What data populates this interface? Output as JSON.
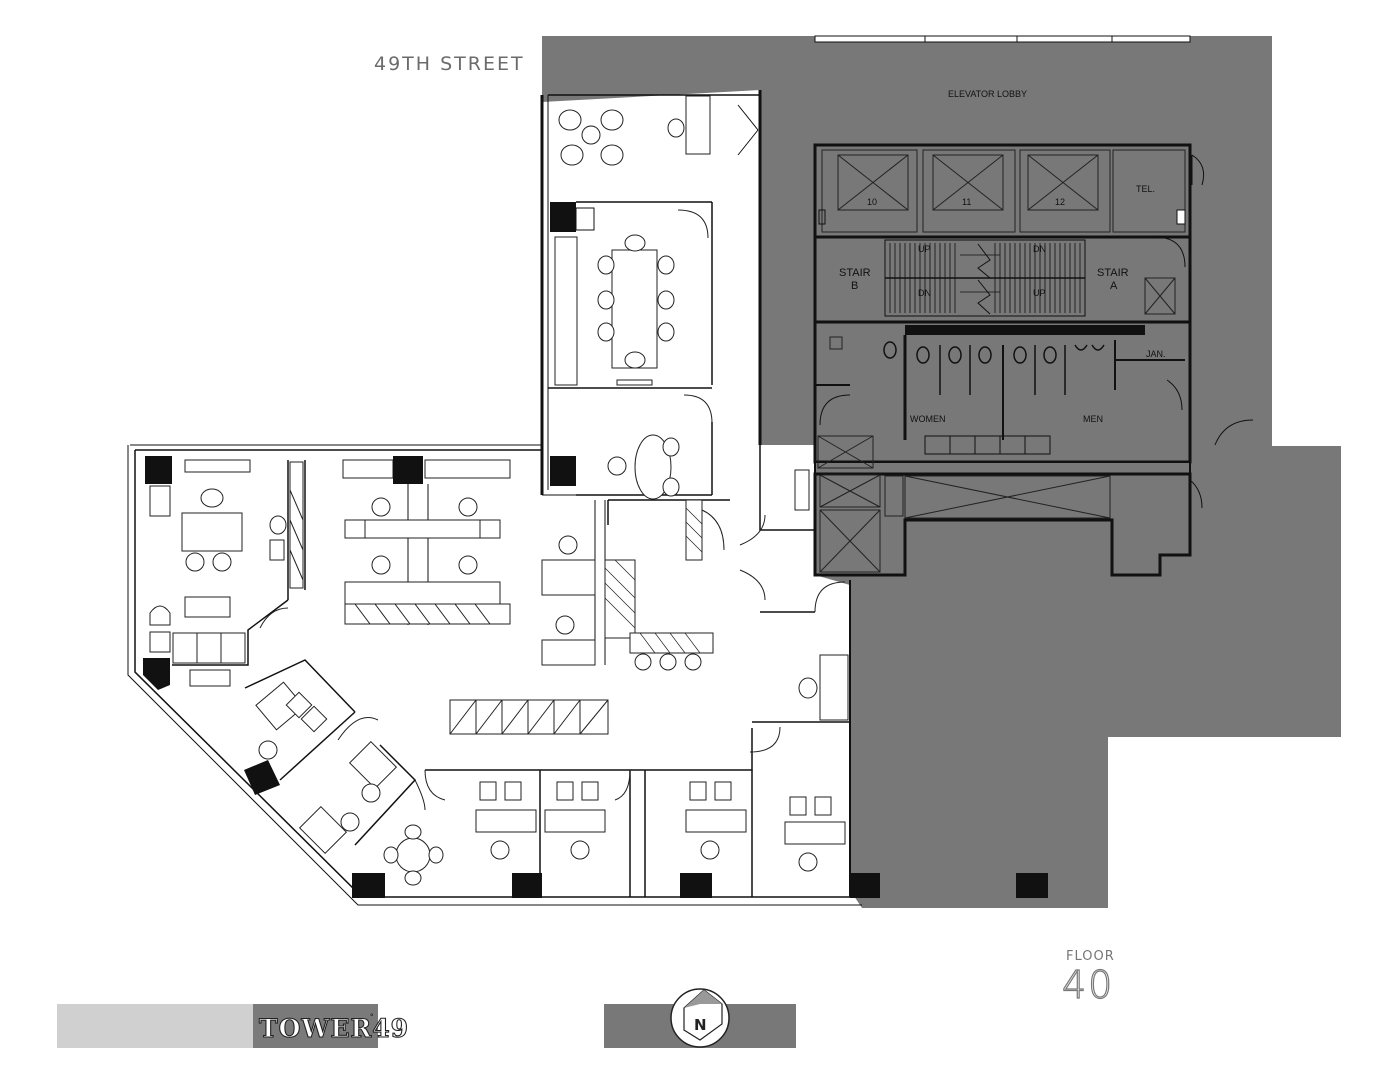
{
  "plan": {
    "street": "49TH STREET",
    "floor_label": "FLOOR",
    "floor_number": "40",
    "logo": "TOWER49",
    "logo_mark": "°",
    "north_letter": "N",
    "rooms": {
      "elevator_lobby": "ELEVATOR LOBBY",
      "elevators": [
        "10",
        "11",
        "12"
      ],
      "tel": "TEL.",
      "stair_b": [
        "STAIR",
        "B"
      ],
      "stair_a": [
        "STAIR",
        "A"
      ],
      "stair_marks": [
        "UP",
        "DN",
        "DN",
        "UP"
      ],
      "jan": "JAN.",
      "women": "WOMEN",
      "men": "MEN"
    },
    "colors": {
      "core": "#787878",
      "logo_bar": "#d0d0d0",
      "logo_box": "#7a7a7a",
      "compass_bar": "#787878"
    }
  }
}
